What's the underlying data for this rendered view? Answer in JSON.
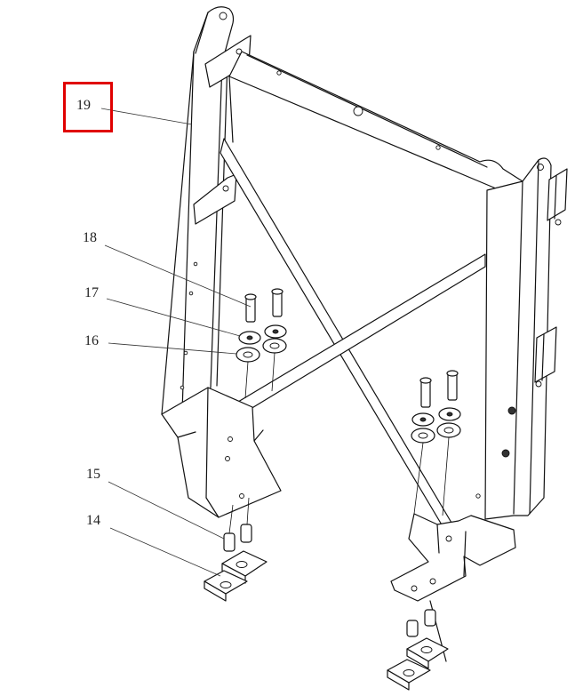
{
  "callouts": [
    {
      "id": "c19",
      "number": "19",
      "highlighted": true
    },
    {
      "id": "c18",
      "number": "18",
      "highlighted": false
    },
    {
      "id": "c17",
      "number": "17",
      "highlighted": false
    },
    {
      "id": "c16",
      "number": "16",
      "highlighted": false
    },
    {
      "id": "c15",
      "number": "15",
      "highlighted": false
    },
    {
      "id": "c14",
      "number": "14",
      "highlighted": false
    }
  ],
  "colors": {
    "highlight": "#e00000",
    "line": "#111111",
    "background": "#ffffff"
  }
}
